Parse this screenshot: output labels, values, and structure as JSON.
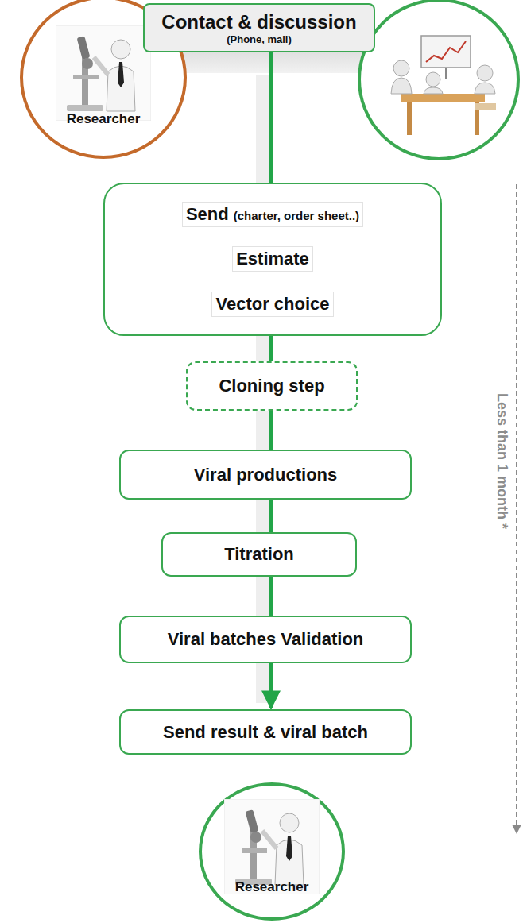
{
  "diagram": {
    "nodes": [
      {
        "text": [
          "Researcher"
        ]
      },
      {
        "text": [
          "Contact & discussion",
          "(Phone, mail)"
        ]
      },
      {
        "text": [
          "Send",
          "(charter, order sheet..)",
          "Estimate",
          "Vector choice"
        ]
      },
      {
        "text": [
          "Cloning step"
        ]
      },
      {
        "text": [
          "Viral productions"
        ]
      },
      {
        "text": [
          "Titration"
        ]
      },
      {
        "text": [
          "Viral batches Validation"
        ]
      },
      {
        "text": [
          "Send result & viral batch"
        ]
      },
      {
        "text": [
          "Researcher"
        ]
      }
    ],
    "edges": [
      {
        "from": 1,
        "to": 2,
        "arrow": "none"
      },
      {
        "from": 2,
        "to": 3,
        "arrow": "none"
      },
      {
        "from": 3,
        "to": 4,
        "arrow": "none"
      },
      {
        "from": 4,
        "to": 5,
        "arrow": "none"
      },
      {
        "from": 5,
        "to": 6,
        "arrow": "none"
      },
      {
        "from": 6,
        "to": 7,
        "arrow": "to"
      }
    ],
    "labels": [
      "Less than 1 month *"
    ]
  }
}
